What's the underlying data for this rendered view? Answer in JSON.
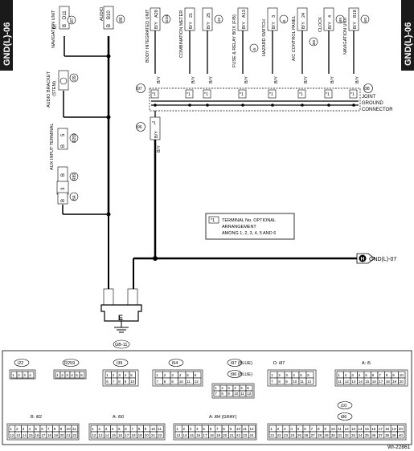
{
  "diagram_code": "GND(L)-06",
  "continuation": "GND(L)-07",
  "doc_number": "WI-22861",
  "ground_point": {
    "name": "E",
    "label": "GB-11"
  },
  "joint_connector": {
    "lines": [
      "JOINT",
      "GROUND",
      "CONNECTOR"
    ],
    "left_id": "i97",
    "right_id": "i98",
    "lower_id": "i96"
  },
  "wire_color": "B/Y",
  "ground_wire_color": "B",
  "left_devices": [
    {
      "name": "NAVIGATION UNIT",
      "conn": "i87",
      "terminal": "D11",
      "prefix": "D:",
      "wire": "B"
    },
    {
      "name": "AUDIO",
      "conn": "i86",
      "terminal": "B10",
      "prefix": "B:",
      "wire": "B"
    },
    {
      "name": "AUDIO BRACKET (STEM)",
      "conn": "i39",
      "terminal": "",
      "wire": "B"
    },
    {
      "name": "AUX INPUT TERMINAL",
      "conn": "R259",
      "conn2": "R89",
      "conn3": "i54",
      "terminal": "5",
      "wire": "B"
    }
  ],
  "top_devices": [
    {
      "name": "BODY INTEGRATED UNIT",
      "conn": "B:i82",
      "terminal": "A28",
      "prefix": "A:"
    },
    {
      "name": "COMBINATION METER",
      "conn": "i10",
      "terminal": "21"
    },
    {
      "name": "COMBINATION METER",
      "conn": "i10",
      "terminal": "25"
    },
    {
      "name": "FUSE & RELAY BOX (F/B)",
      "conn": "i5",
      "terminal": "A13"
    },
    {
      "name": "HAZARD SWITCH",
      "conn": "i5",
      "terminal": "3"
    },
    {
      "name": "A/C CONTROL PANEL",
      "conn": "i88",
      "terminal": "24"
    },
    {
      "name": "CLOCK",
      "conn": "i89",
      "terminal": "4"
    },
    {
      "name": "NAVIGATION UNIT",
      "conn": "i50",
      "terminal": "B18"
    }
  ],
  "note": {
    "marker": "*1",
    "lines": [
      "TERMINAL No. OPTIONAL",
      "ARRANGEMENT",
      "AMONG 1, 2, 3, 4, 5 AND 6"
    ]
  },
  "star": "*1",
  "connectors": [
    {
      "id": "i22",
      "cells": [
        "1",
        "2",
        "3",
        "4"
      ]
    },
    {
      "id": "R259",
      "cells": [
        "1",
        "2",
        "3",
        "4",
        "5",
        "6"
      ]
    },
    {
      "id": "i39",
      "cells": [
        "1",
        "2",
        "3",
        "4",
        "5",
        "6",
        "7",
        "8",
        "9",
        "10"
      ]
    },
    {
      "id": "i54",
      "cells": [
        "1",
        "2",
        "3",
        "4",
        "5",
        "6",
        "7",
        "8",
        "9",
        "10",
        "11",
        "12"
      ]
    },
    {
      "id": "i97 (BLUE)",
      "id2": "i96 (BLUE)"
    },
    {
      "id": "D: i87"
    },
    {
      "id": "A: i5"
    },
    {
      "id": "B: i82"
    },
    {
      "id": "A: i50"
    },
    {
      "id": "A: i84 (GRAY)"
    },
    {
      "id": "i10",
      "id2": "i86"
    }
  ]
}
